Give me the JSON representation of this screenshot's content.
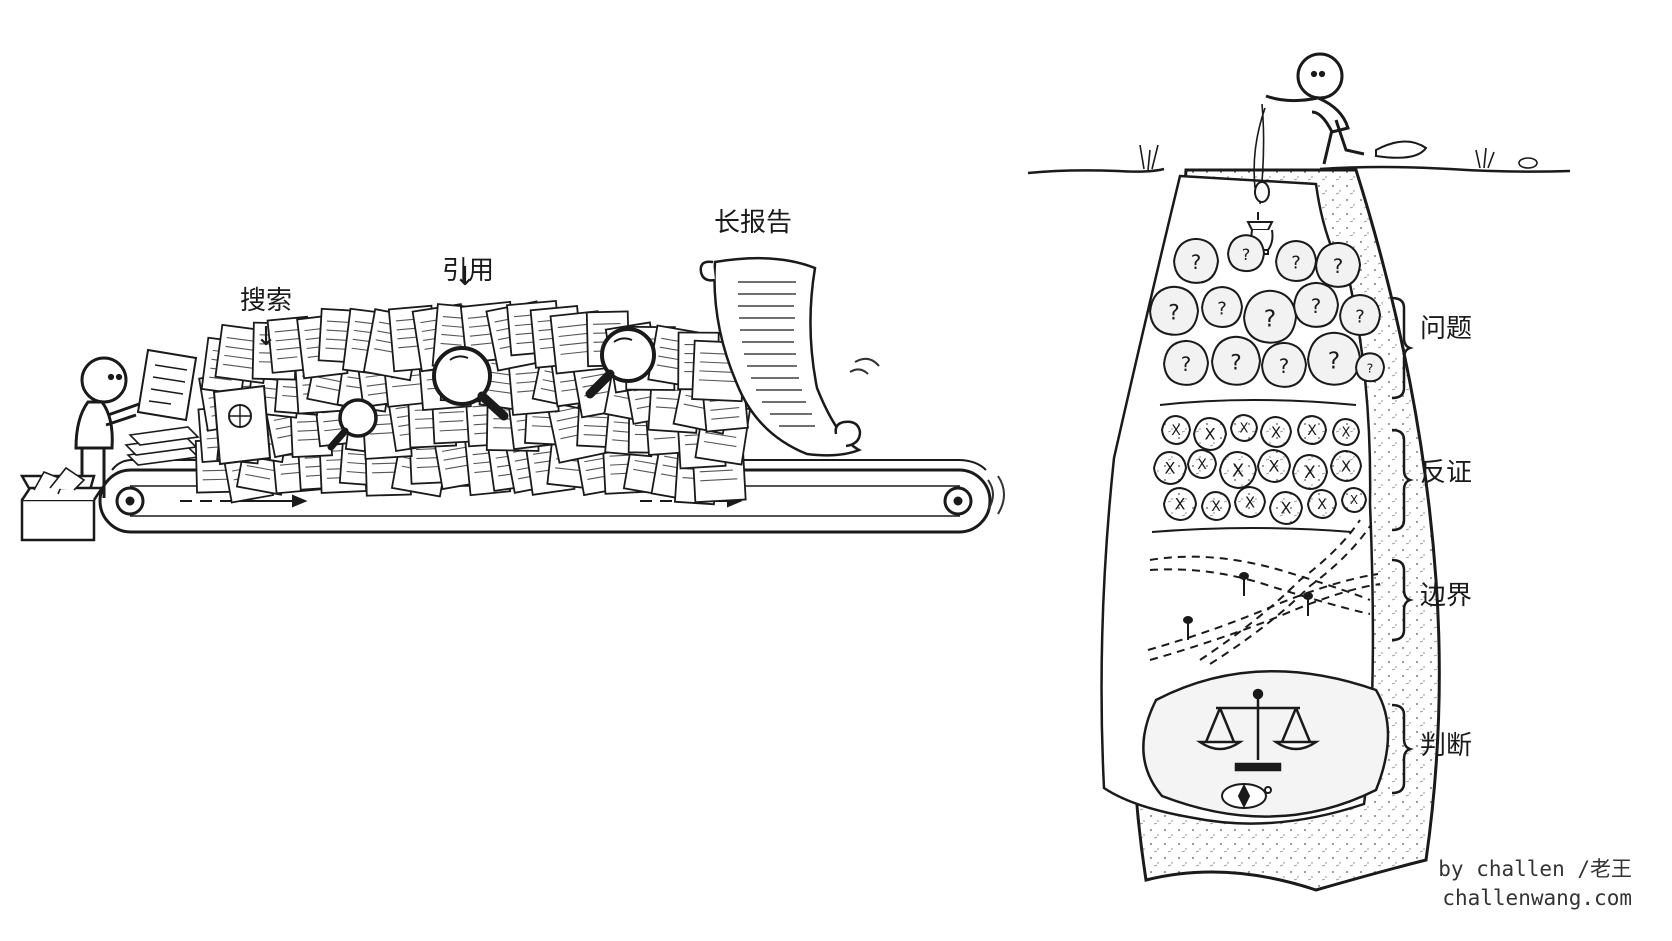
{
  "left_scene": {
    "labels": {
      "search": "搜索",
      "citation": "引用",
      "long_report": "长报告"
    }
  },
  "right_scene": {
    "layers": [
      {
        "label": "问题",
        "marker": "?"
      },
      {
        "label": "反证",
        "marker": "X"
      },
      {
        "label": "边界",
        "marker": ""
      },
      {
        "label": "判断",
        "marker": ""
      }
    ]
  },
  "credit": {
    "author": "by challen /老王",
    "site": "challenwang.com"
  }
}
